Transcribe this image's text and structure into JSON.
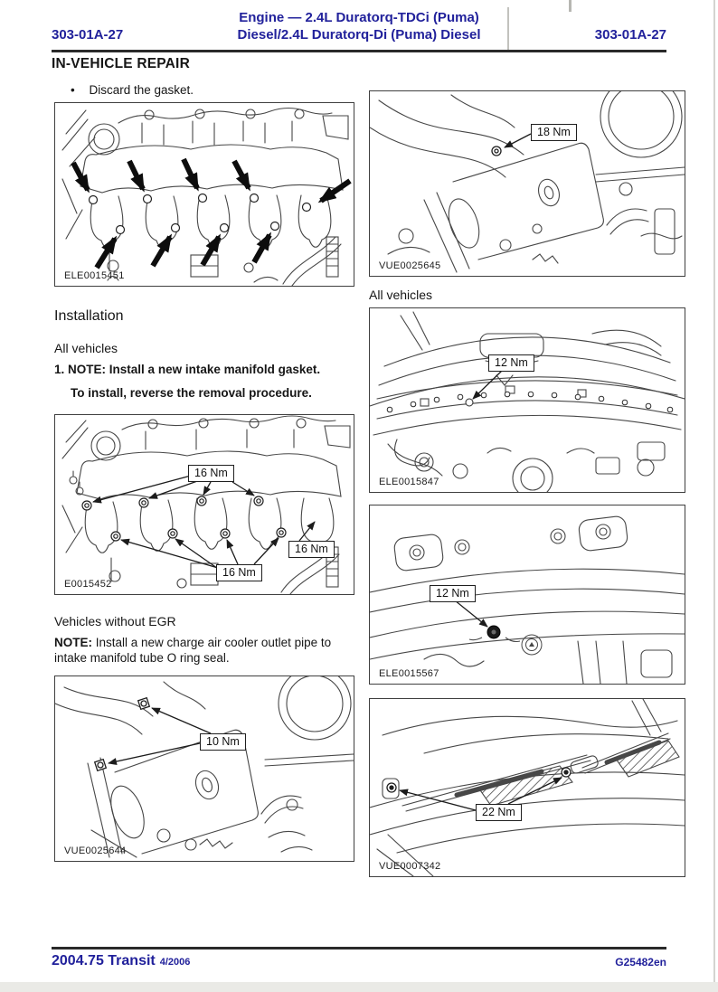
{
  "header": {
    "page_code_left": "303-01A-27",
    "page_code_right": "303-01A-27",
    "title_line1": "Engine — 2.4L Duratorq-TDCi (Puma)",
    "title_line2": "Diesel/2.4L Duratorq-Di (Puma) Diesel"
  },
  "section_heading": "IN-VEHICLE REPAIR",
  "removal": {
    "bullet_marker": "•",
    "bullet_text": "Discard the gasket."
  },
  "installation": {
    "heading": "Installation",
    "all_vehicles_heading": "All vehicles",
    "step_number": "1.",
    "note_label": "NOTE:",
    "note_text": "Install a new intake manifold gasket.",
    "step_instruction": "To install, reverse the removal procedure."
  },
  "egr_section": {
    "heading": "Vehicles without EGR",
    "note_label": "NOTE:",
    "note_text": "Install a new charge air cooler outlet pipe to intake manifold tube O ring seal."
  },
  "right_column": {
    "all_vehicles_heading": "All vehicles"
  },
  "figures": {
    "fig1": {
      "caption": "ELE0015451"
    },
    "fig2": {
      "caption": "E0015452",
      "torque_labels": [
        "16 Nm",
        "16 Nm",
        "16 Nm"
      ]
    },
    "fig3": {
      "caption": "VUE0025644",
      "torque_label": "10 Nm"
    },
    "figR1": {
      "caption": "VUE0025645",
      "torque_label": "18 Nm"
    },
    "figR2": {
      "caption": "ELE0015847",
      "torque_label": "12 Nm"
    },
    "figR3": {
      "caption": "ELE0015567",
      "torque_label": "12 Nm"
    },
    "figR4": {
      "caption": "VUE0007342",
      "torque_label": "22 Nm"
    }
  },
  "footer": {
    "publication": "2004.75 Transit",
    "revision_date": "4/2006",
    "doc_code": "G25482en"
  },
  "colors": {
    "heading_navy": "#21219B"
  }
}
